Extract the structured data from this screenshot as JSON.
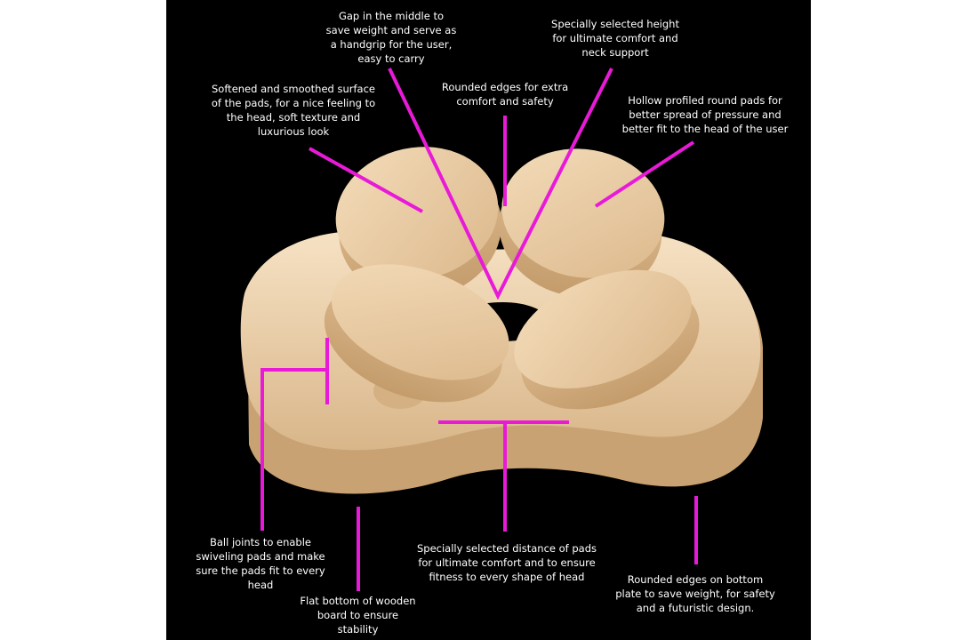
{
  "colors": {
    "background": "#000000",
    "page": "#ffffff",
    "callout_line": "#e81ad8",
    "label_text": "#ffffff",
    "wood_light": "#f1d6b2",
    "wood_dark": "#caa57a"
  },
  "callouts": [
    {
      "id": "gap",
      "lines": [
        "Gap in the middle to",
        "save weight and serve as",
        "a handgrip for the user,",
        "easy to carry"
      ]
    },
    {
      "id": "height",
      "lines": [
        "Specially selected height",
        "for ultimate comfort and",
        "neck support"
      ]
    },
    {
      "id": "surface",
      "lines": [
        "Softened and smoothed surface",
        "of the pads, for a nice feeling to",
        "the head, soft texture and",
        "luxurious look"
      ]
    },
    {
      "id": "rounded-top",
      "lines": [
        "Rounded edges for extra",
        "comfort and safety"
      ]
    },
    {
      "id": "hollow",
      "lines": [
        "Hollow profiled round pads for",
        "better spread  of pressure and",
        "better fit to the head of the user"
      ]
    },
    {
      "id": "ball-joints",
      "lines": [
        "Ball joints to enable",
        "swiveling pads and make",
        "sure the pads fit to every",
        "head"
      ]
    },
    {
      "id": "distance",
      "lines": [
        "Specially selected distance of pads",
        "for ultimate comfort and to ensure",
        "fitness to every shape of head"
      ]
    },
    {
      "id": "rounded-bottom",
      "lines": [
        "Rounded edges on bottom",
        "plate to save weight, for safety",
        "and a futuristic design."
      ]
    },
    {
      "id": "flat-bottom",
      "lines": [
        "Flat bottom of wooden",
        "board to ensure",
        "stability"
      ]
    }
  ]
}
